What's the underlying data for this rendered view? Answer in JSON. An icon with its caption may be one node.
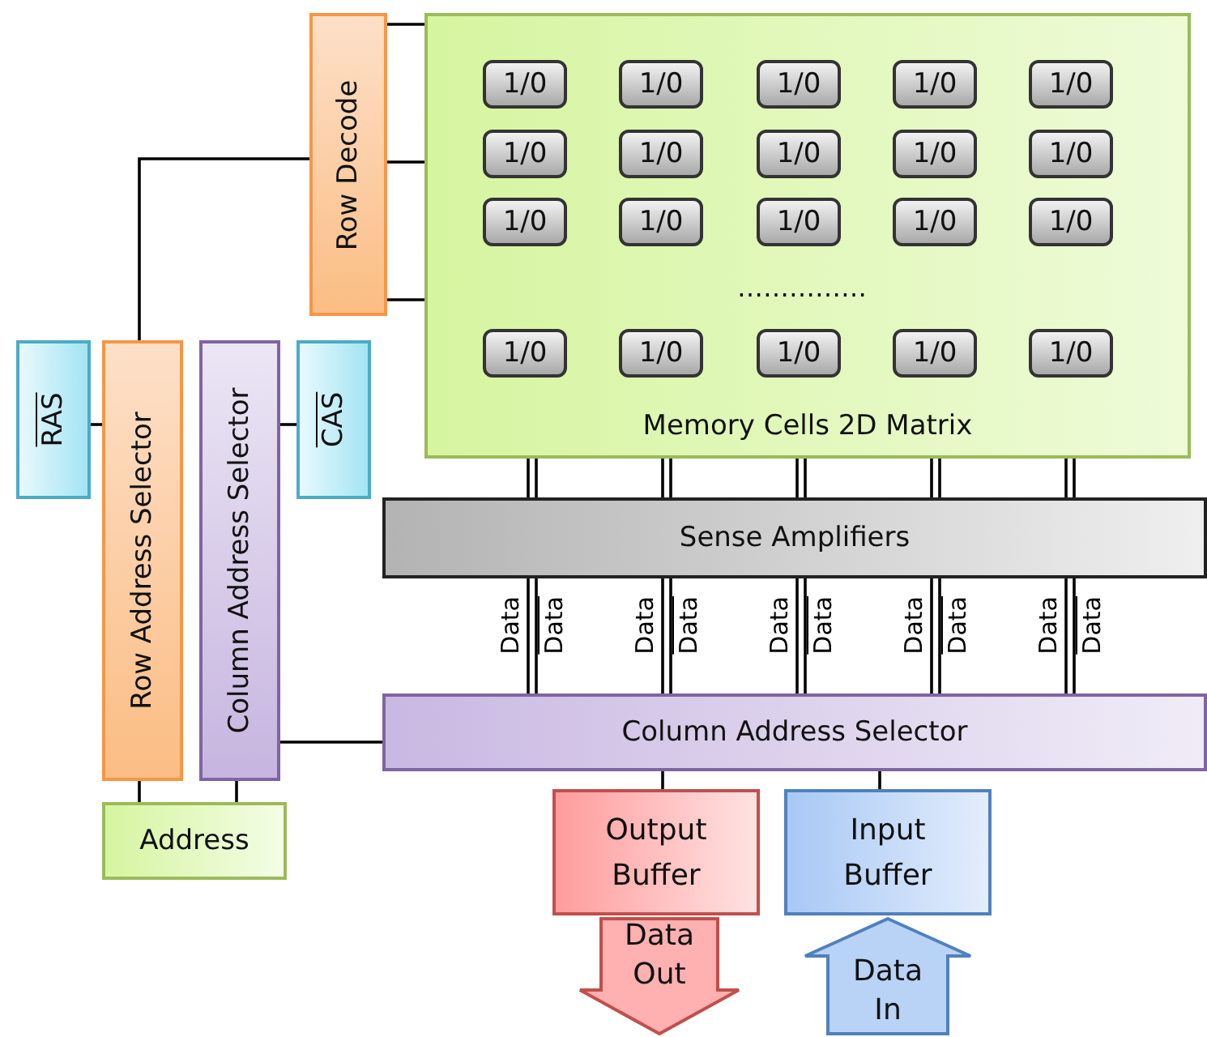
{
  "diagram": {
    "nodes": [
      {
        "text": [
          "Memory Cells 2D Matrix"
        ]
      },
      {
        "text": [
          "1/0"
        ],
        "in": 0
      },
      {
        "text": [
          "1/0"
        ],
        "in": 0
      },
      {
        "text": [
          "1/0"
        ],
        "in": 0
      },
      {
        "text": [
          "1/0"
        ],
        "in": 0
      },
      {
        "text": [
          "1/0"
        ],
        "in": 0
      },
      {
        "text": [
          "1/0"
        ],
        "in": 0
      },
      {
        "text": [
          "1/0"
        ],
        "in": 0
      },
      {
        "text": [
          "1/0"
        ],
        "in": 0
      },
      {
        "text": [
          "1/0"
        ],
        "in": 0
      },
      {
        "text": [
          "1/0"
        ],
        "in": 0
      },
      {
        "text": [
          "1/0"
        ],
        "in": 0
      },
      {
        "text": [
          "1/0"
        ],
        "in": 0
      },
      {
        "text": [
          "1/0"
        ],
        "in": 0
      },
      {
        "text": [
          "1/0"
        ],
        "in": 0
      },
      {
        "text": [
          "1/0"
        ],
        "in": 0
      },
      {
        "text": [
          "1/0"
        ],
        "in": 0
      },
      {
        "text": [
          "1/0"
        ],
        "in": 0
      },
      {
        "text": [
          "1/0"
        ],
        "in": 0
      },
      {
        "text": [
          "1/0"
        ],
        "in": 0
      },
      {
        "text": [
          "1/0"
        ],
        "in": 0
      },
      {
        "text": [
          "Row Decode"
        ]
      },
      {
        "text": [
          "RAS"
        ]
      },
      {
        "text": [
          "Row Address Selector"
        ]
      },
      {
        "text": [
          "Column Address Selector"
        ]
      },
      {
        "text": [
          "CAS"
        ]
      },
      {
        "text": [
          "Sense Amplifiers"
        ]
      },
      {
        "text": [
          "Column Address Selector"
        ]
      },
      {
        "text": [
          "Address"
        ]
      },
      {
        "text": [
          "Output Buffer"
        ]
      },
      {
        "text": [
          "Input Buffer"
        ]
      },
      {
        "text": [
          "Data Out"
        ]
      },
      {
        "text": [
          "Data In"
        ]
      }
    ],
    "edges": [
      {
        "from": 21,
        "to": 0,
        "arrow": "none"
      },
      {
        "from": 21,
        "to": 0,
        "arrow": "none"
      },
      {
        "from": 21,
        "to": 0,
        "arrow": "none"
      },
      {
        "from": 23,
        "to": 21,
        "arrow": "none"
      },
      {
        "from": 22,
        "to": 23,
        "arrow": "none"
      },
      {
        "from": 25,
        "to": 24,
        "arrow": "none"
      },
      {
        "from": 24,
        "to": 27,
        "arrow": "none"
      },
      {
        "from": 28,
        "to": 23,
        "arrow": "none"
      },
      {
        "from": 28,
        "to": 24,
        "arrow": "none"
      },
      {
        "from": 0,
        "to": 26,
        "arrow": "none"
      },
      {
        "from": 0,
        "to": 26,
        "arrow": "none"
      },
      {
        "from": 0,
        "to": 26,
        "arrow": "none"
      },
      {
        "from": 0,
        "to": 26,
        "arrow": "none"
      },
      {
        "from": 0,
        "to": 26,
        "arrow": "none"
      },
      {
        "from": 0,
        "to": 26,
        "arrow": "none"
      },
      {
        "from": 0,
        "to": 26,
        "arrow": "none"
      },
      {
        "from": 0,
        "to": 26,
        "arrow": "none"
      },
      {
        "from": 0,
        "to": 26,
        "arrow": "none"
      },
      {
        "from": 0,
        "to": 26,
        "arrow": "none"
      },
      {
        "from": 26,
        "to": 27,
        "arrow": "none",
        "label": "Data"
      },
      {
        "from": 26,
        "to": 27,
        "arrow": "none",
        "label": "Data"
      },
      {
        "from": 26,
        "to": 27,
        "arrow": "none",
        "label": "Data"
      },
      {
        "from": 26,
        "to": 27,
        "arrow": "none",
        "label": "Data"
      },
      {
        "from": 26,
        "to": 27,
        "arrow": "none",
        "label": "Data"
      },
      {
        "from": 26,
        "to": 27,
        "arrow": "none",
        "label": "Data"
      },
      {
        "from": 26,
        "to": 27,
        "arrow": "none",
        "label": "Data"
      },
      {
        "from": 26,
        "to": 27,
        "arrow": "none",
        "label": "Data"
      },
      {
        "from": 26,
        "to": 27,
        "arrow": "none",
        "label": "Data"
      },
      {
        "from": 26,
        "to": 27,
        "arrow": "none",
        "label": "Data"
      },
      {
        "from": 27,
        "to": 29,
        "arrow": "none"
      },
      {
        "from": 27,
        "to": 30,
        "arrow": "none"
      }
    ],
    "labels": [
      "……………"
    ]
  }
}
